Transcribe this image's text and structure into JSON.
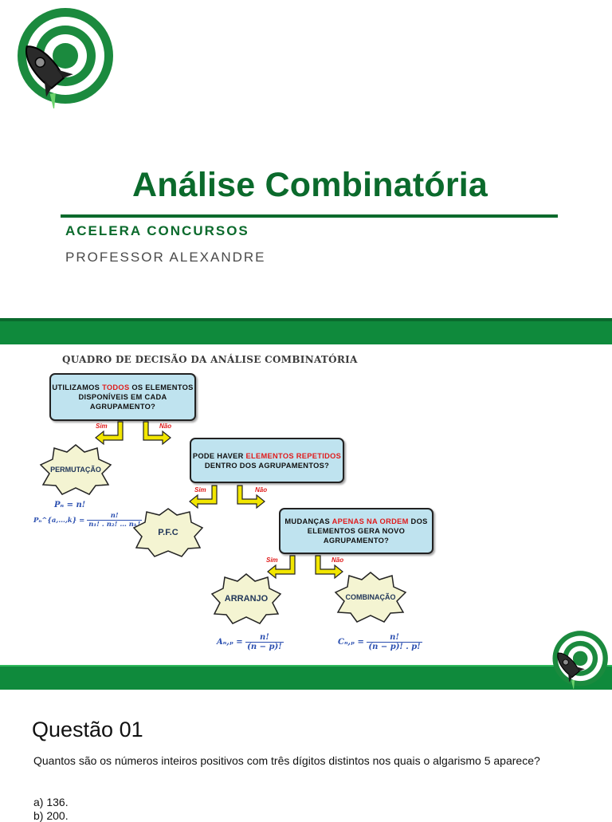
{
  "slide": {
    "title": "Análise Combinatória",
    "subtitle": "ACELERA CONCURSOS",
    "author": "PROFESSOR ALEXANDRE",
    "colors": {
      "brand_green": "#0f8a3c",
      "title_green": "#0b6a2c"
    }
  },
  "chart": {
    "title": "QUADRO DE DECISÃO DA ANÁLISE COMBINATÓRIA",
    "q1": {
      "pre": "UTILIZAMOS ",
      "highlight": "TODOS",
      "post": " OS ELEMENTOS DISPONÍVEIS EM CADA AGRUPAMENTO?"
    },
    "q2": {
      "pre": "PODE HAVER ",
      "highlight": "ELEMENTOS REPETIDOS",
      "post": " DENTRO DOS AGRUPAMENTOS?"
    },
    "q3": {
      "pre": "MUDANÇAS ",
      "highlight": "APENAS NA ORDEM",
      "post": " DOS ELEMENTOS GERA NOVO AGRUPAMENTO?"
    },
    "yes": "Sim",
    "no": "Não",
    "results": {
      "permutation": "PERMUTAÇÃO",
      "pfc": "P.F.C",
      "arrangement": "ARRANJO",
      "combination": "COMBINAÇÃO"
    },
    "formulas": {
      "permutation": "Pₙ = n!",
      "permutation_rep_lhs": "Pₙ^{a,…,k} =",
      "permutation_rep_num": "n!",
      "permutation_rep_den": "n₁! . n₂! … nₖ!",
      "arrangement_lhs": "Aₙ,ₚ =",
      "arrangement_num": "n!",
      "arrangement_den": "(n − p)!",
      "combination_lhs": "Cₙ,ₚ =",
      "combination_num": "n!",
      "combination_den": "(n − p)! . p!"
    }
  },
  "question": {
    "title": "Questão 01",
    "text": "Quantos são os números inteiros positivos com três dígitos distintos nos quais o algarismo 5 aparece?",
    "options": [
      "a) 136.",
      "b) 200."
    ]
  }
}
